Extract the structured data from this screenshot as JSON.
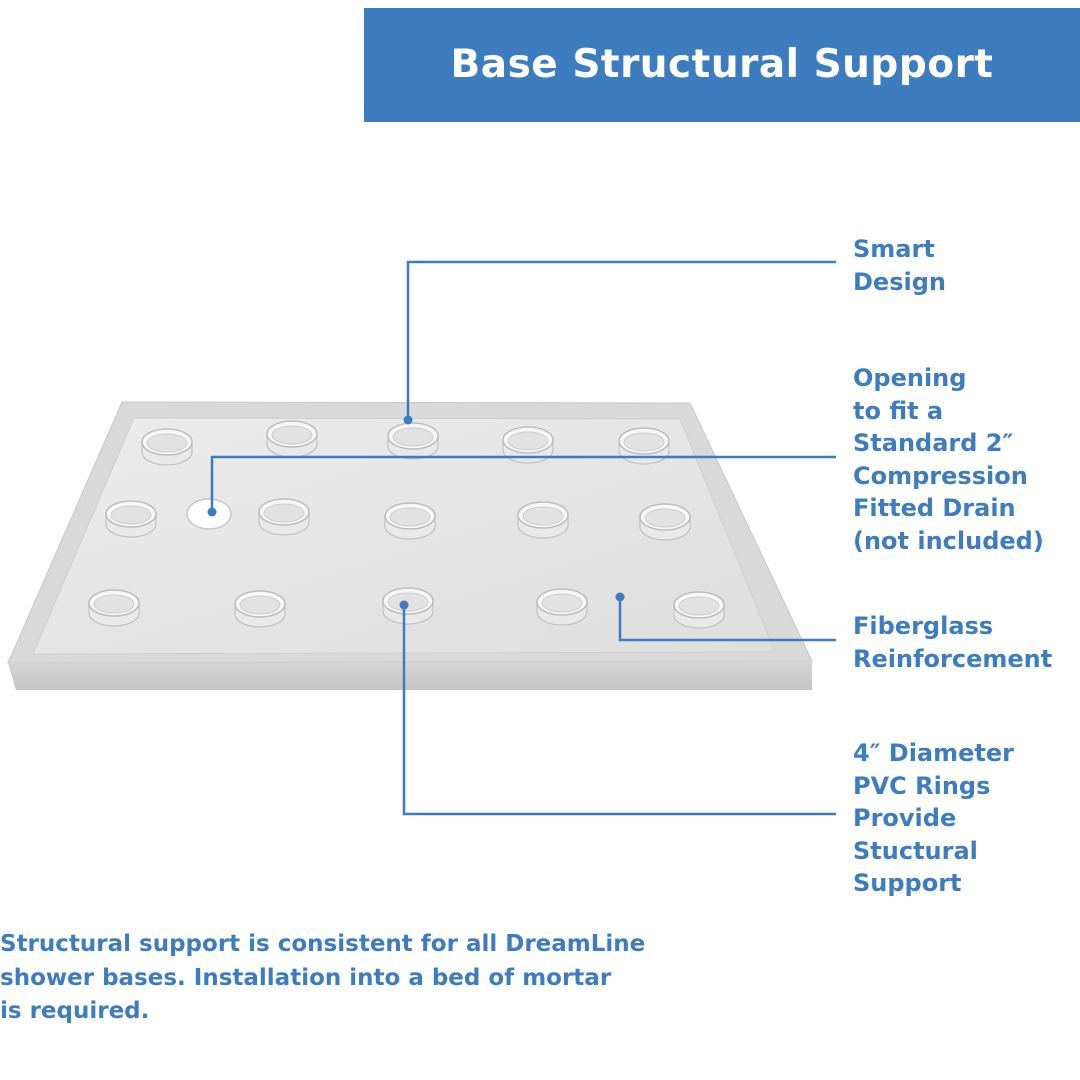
{
  "header": {
    "title": "Base Structural Support"
  },
  "callouts": {
    "smart_design": "Smart\nDesign",
    "drain_opening": "Opening\nto fit a\nStandard 2″\nCompression\nFitted Drain\n(not included)",
    "fiberglass": "Fiberglass\nReinforcement",
    "pvc_rings": "4″ Diameter\nPVC Rings\nProvide\nStuctural\nSupport"
  },
  "footer": {
    "note": "Structural support is consistent for all DreamLine\nshower bases. Installation into a bed of mortar\nis required."
  },
  "colors": {
    "accent": "#3d7dbf",
    "banner_text": "#ffffff",
    "base_surface": "#e4e4e4"
  }
}
